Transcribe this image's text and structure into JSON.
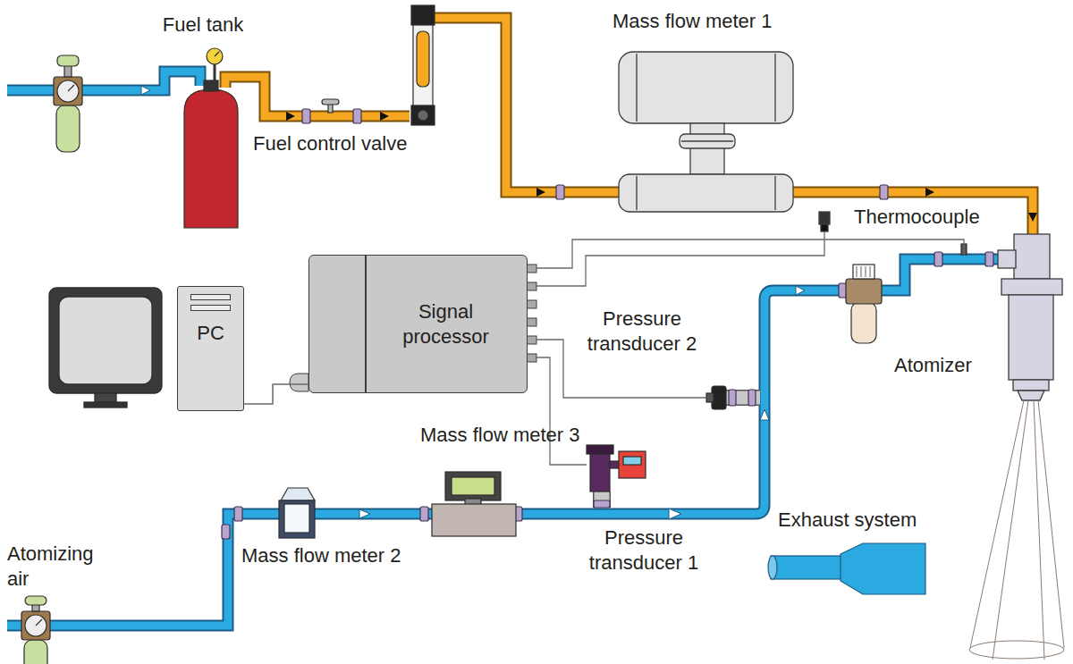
{
  "diagram": {
    "nodes": [
      {
        "text": [
          "Signal processor"
        ]
      },
      {
        "text": [
          "PC"
        ]
      }
    ],
    "edges": [
      {
        "from": 1,
        "to": 0,
        "arrow": "none"
      }
    ],
    "labels": [
      "Fuel tank",
      "Fuel control valve",
      "Mass flow meter 1",
      "Thermocouple",
      "Pressure transducer 2",
      "Atomizer",
      "Mass flow meter 3",
      "Pressure transducer 1",
      "Exhaust system",
      "Atomizing air",
      "Mass flow meter 2"
    ]
  }
}
